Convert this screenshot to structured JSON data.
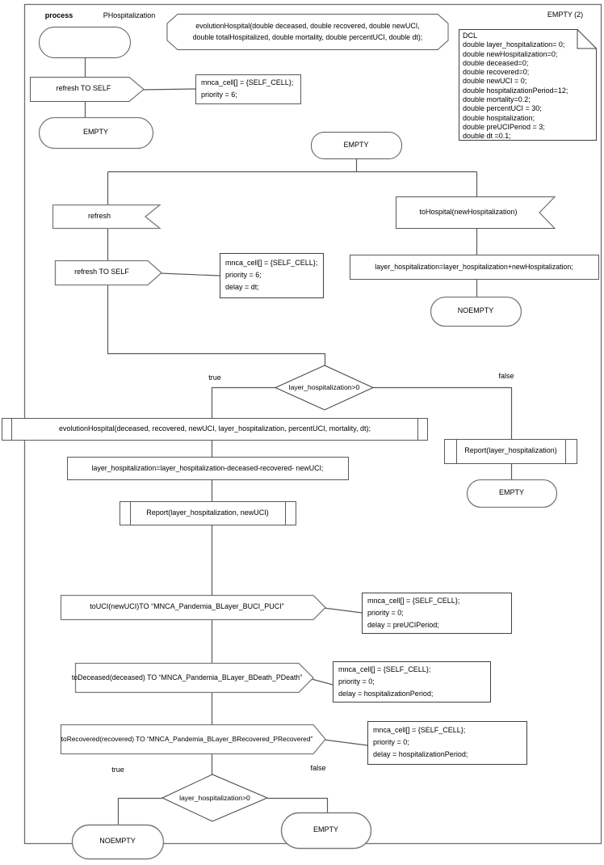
{
  "header": {
    "process_label": "process",
    "process_name": "PHospitalization",
    "page_label": "EMPTY (2)"
  },
  "declaration": {
    "line1": "evolutionHospital(double deceased, double recovered, double newUCI,",
    "line2": "double totalHospitalized, double mortality, double percentUCI, double dt);"
  },
  "dcl_lines": [
    "DCL",
    "double layer_hospitalization= 0;",
    "double newHospitalization=0;",
    "double deceased=0;",
    "double recovered=0;",
    "double newUCI = 0;",
    "double hospitalizationPeriod=12;",
    "double mortality=0.2;",
    "double percentUCI = 30;",
    "double hospitalization;",
    "double preUCIPeriod = 3;",
    "double dt =0.1;"
  ],
  "states": {
    "empty1": "EMPTY",
    "empty_top": "EMPTY",
    "noempty_right": "NOEMPTY",
    "empty_false": "EMPTY",
    "noempty_bottom": "NOEMPTY",
    "empty_bottom": "EMPTY"
  },
  "signals": {
    "refresh_to_self_1": "refresh TO SELF",
    "refresh_in": "refresh",
    "refresh_to_self_2": "refresh TO SELF",
    "tohospital_in": "toHospital(newHospitalization)",
    "touci_out": "toUCI(newUCI)TO “MNCA_Pandemia_BLayer_BUCI_PUCI”",
    "todeceased_out": "toDeceased(deceased) TO “MNCA_Pandemia_BLayer_BDeath_PDeath”",
    "torecovered_out": "toRecovered(recovered) TO “MNCA_Pandemia_BLayer_BRecovered_PRecovered”"
  },
  "tasks": {
    "assign_add": "layer_hospitalization=layer_hospitalization+newHospitalization;",
    "assign_sub": "layer_hospitalization=layer_hospitalization-deceased-recovered- newUCI;"
  },
  "calls": {
    "evolution": "evolutionHospital(deceased, recovered, newUCI, layer_hospitalization, percentUCI, mortality, dt);",
    "report_false": "Report(layer_hospitalization)",
    "report_main": "Report(layer_hospitalization, newUCI)"
  },
  "decisions": {
    "d1": "layer_hospitalization>0",
    "d2": "layer_hospitalization>0",
    "true_label": "true",
    "false_label": "false"
  },
  "comments": {
    "c1": [
      "mnca_cell[] = {SELF_CELL};",
      "priority = 6;"
    ],
    "c2": [
      "mnca_cell[] = {SELF_CELL};",
      "priority = 6;",
      "delay = dt;"
    ],
    "c3": [
      "mnca_cell[] = {SELF_CELL};",
      "priority = 0;",
      "delay = preUCIPeriod;"
    ],
    "c4": [
      "mnca_cell[] = {SELF_CELL};",
      "priority = 0;",
      "delay = hospitalizationPeriod;"
    ],
    "c5": [
      "mnca_cell[] = {SELF_CELL};",
      "priority = 0;",
      "delay = hospitalizationPeriod;"
    ]
  },
  "colors": {
    "line": "#595959",
    "state_border": "#7a7a7a",
    "fill": "#ffffff",
    "text": "#000000"
  }
}
